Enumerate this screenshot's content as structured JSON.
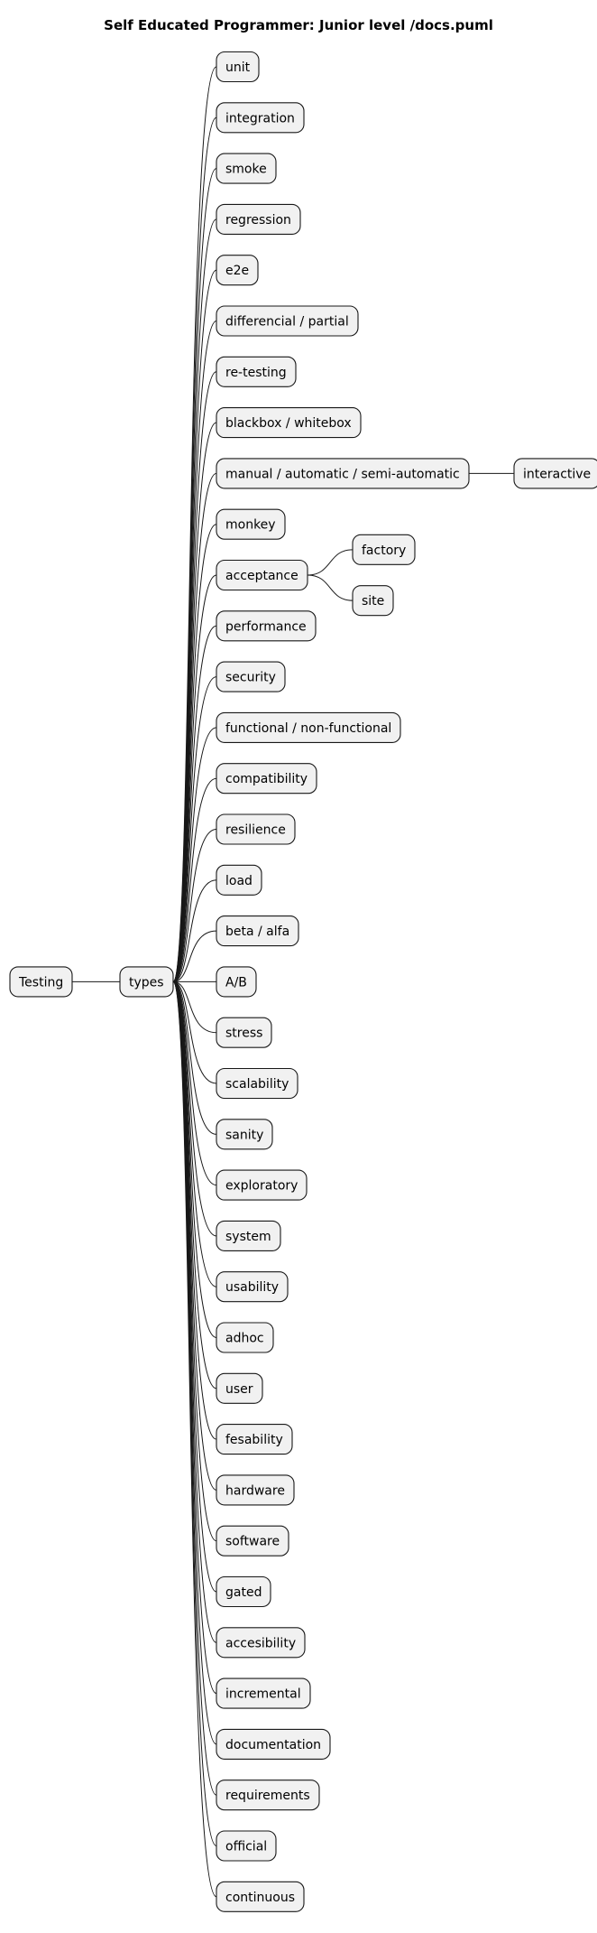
{
  "title": "Self Educated Programmer: Junior level /docs.puml",
  "diagram": {
    "type": "mindmap",
    "root": "Testing",
    "branch": "types",
    "items": [
      {
        "label": "unit"
      },
      {
        "label": "integration"
      },
      {
        "label": "smoke"
      },
      {
        "label": "regression"
      },
      {
        "label": "e2e"
      },
      {
        "label": "differencial / partial"
      },
      {
        "label": "re-testing"
      },
      {
        "label": "blackbox / whitebox"
      },
      {
        "label": "manual / automatic / semi-automatic",
        "children": [
          "interactive"
        ]
      },
      {
        "label": "monkey"
      },
      {
        "label": "acceptance",
        "children": [
          "factory",
          "site"
        ]
      },
      {
        "label": "performance"
      },
      {
        "label": "security"
      },
      {
        "label": "functional / non-functional"
      },
      {
        "label": "compatibility"
      },
      {
        "label": "resilience"
      },
      {
        "label": "load"
      },
      {
        "label": "beta / alfa"
      },
      {
        "label": "A/B"
      },
      {
        "label": "stress"
      },
      {
        "label": "scalability"
      },
      {
        "label": "sanity"
      },
      {
        "label": "exploratory"
      },
      {
        "label": "system"
      },
      {
        "label": "usability"
      },
      {
        "label": "adhoc"
      },
      {
        "label": "user"
      },
      {
        "label": "fesability"
      },
      {
        "label": "hardware"
      },
      {
        "label": "software"
      },
      {
        "label": "gated"
      },
      {
        "label": "accesibility"
      },
      {
        "label": "incremental"
      },
      {
        "label": "documentation"
      },
      {
        "label": "requirements"
      },
      {
        "label": "official"
      },
      {
        "label": "continuous"
      }
    ]
  }
}
